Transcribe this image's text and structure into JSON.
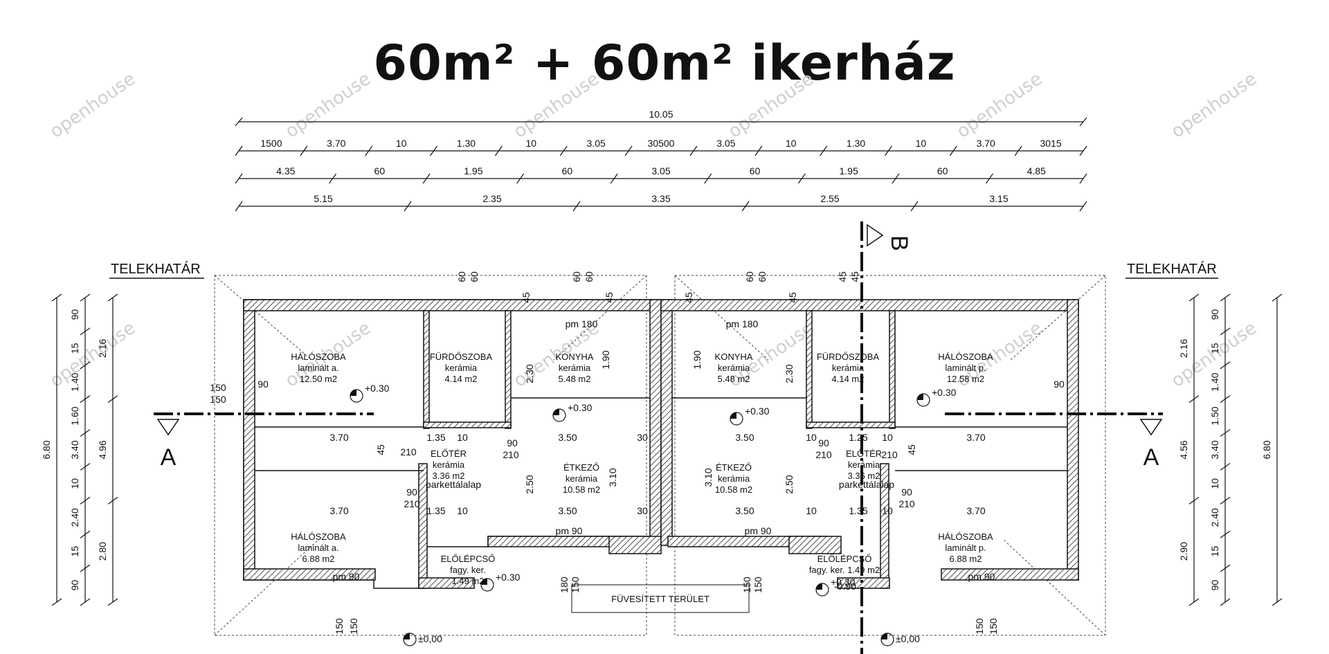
{
  "title": "60m² + 60m² ikerház",
  "watermark": "openhouse",
  "overall_dim": "10.05",
  "dims_row1": [
    "1500",
    "3.70",
    "10",
    "1.30",
    "10",
    "3.05",
    "30500",
    "3.05",
    "10",
    "1.30",
    "10",
    "3.70",
    "3015"
  ],
  "dims_row2": [
    "4.35",
    "60",
    "1.95",
    "60",
    "3.05",
    "60",
    "1.95",
    "60",
    "4.85"
  ],
  "dims_row3": [
    "5.15",
    "2.35",
    "3.35",
    "2.55",
    "3.15"
  ],
  "lot_label_left": "TELEKHATÁR",
  "lot_label_right": "TELEKHATÁR",
  "section_a": "A",
  "section_b": "B",
  "ground_label": "FÜVESÍTETT TERÜLET",
  "level_000": "±0,00",
  "rooms_left": [
    {
      "name": "HÁLÓSZOBA",
      "floor": "laminált a.",
      "area": "12.50 m2"
    },
    {
      "name": "FÜRDŐSZOBA",
      "floor": "kerámia",
      "area": "4.14 m2"
    },
    {
      "name": "KONYHA",
      "floor": "kerámia",
      "area": "5.48 m2"
    },
    {
      "name": "ELŐTÉR",
      "floor": "kerámia",
      "area": "3.36 m2"
    },
    {
      "name": "ÉTKEZŐ",
      "floor": "kerámia",
      "area": "10.58 m2"
    },
    {
      "name": "HÁLÓSZOBA",
      "floor": "laminált a.",
      "area": "6.88 m2"
    },
    {
      "name": "ELŐLÉPCSŐ",
      "floor": "fagy. ker.",
      "area": "1.49 m2"
    }
  ],
  "rooms_right": [
    {
      "name": "HÁLÓSZOBA",
      "floor": "laminált p.",
      "area": "12.58 m2"
    },
    {
      "name": "FÜRDŐSZOBA",
      "floor": "kerámia",
      "area": "4.14 m2"
    },
    {
      "name": "KONYHA",
      "floor": "kerámia",
      "area": "5.48 m2"
    },
    {
      "name": "ELŐTÉR",
      "floor": "kerámia",
      "area": "3.36 m2"
    },
    {
      "name": "ÉTKEZŐ",
      "floor": "kerámia",
      "area": "10.58 m2"
    },
    {
      "name": "HÁLÓSZOBA",
      "floor": "laminált p.",
      "area": "6.88 m2"
    },
    {
      "name": "ELŐLÉPCSŐ",
      "floor": "fagy. ker. 1.49 m2",
      "area": ""
    }
  ],
  "level_labels": [
    "+0.30",
    "+0.30",
    "+0.30",
    "+0.30",
    "+0.30",
    "+0.30",
    "+0.30",
    "-0.90"
  ],
  "inner_dims": [
    "3.70",
    "1.35",
    "10",
    "3.50",
    "30",
    "3.50",
    "10",
    "1.25",
    "10",
    "3.70",
    "3.70",
    "1.35",
    "10",
    "3.50",
    "30",
    "3.50",
    "10",
    "1.35",
    "10",
    "3.70"
  ],
  "small_dims": [
    "150",
    "150",
    "90",
    "90",
    "210",
    "210",
    "90",
    "210",
    "90",
    "210",
    "90",
    "210",
    "90",
    "210"
  ],
  "misc_labels": [
    "pm 180",
    "pm 180",
    "pm 90",
    "pm 90",
    "pm 90",
    "pm 90",
    "pm 90",
    "parkettálalap",
    "parkettálalap"
  ],
  "vertical_left_outer": [
    "6.80"
  ],
  "vertical_left_mid": [
    "90",
    "15",
    "1.40",
    "1.60",
    "3.40",
    "10",
    "2.40",
    "15",
    "90"
  ],
  "vertical_left_inner": [
    "2.16",
    "4.96",
    "2.80"
  ],
  "vertical_right_outer": [
    "6.80"
  ],
  "vertical_right_mid": [
    "90",
    "15",
    "1.40",
    "1.50",
    "3.40",
    "10",
    "2.40",
    "15",
    "90"
  ],
  "vertical_right_inner": [
    "2.16",
    "4.56",
    "2.90"
  ],
  "wall_marks": [
    "60",
    "60",
    "60",
    "60",
    "60",
    "60",
    "45",
    "45",
    "45",
    "45",
    "45",
    "45",
    "45",
    "45"
  ],
  "room_vert_dims": [
    "2.30",
    "1.90",
    "3.10",
    "2.50",
    "1.90",
    "2.30",
    "3.10",
    "2.50"
  ],
  "bottom_marks": [
    "150",
    "150",
    "180",
    "150",
    "150",
    "150",
    "150",
    "150"
  ]
}
